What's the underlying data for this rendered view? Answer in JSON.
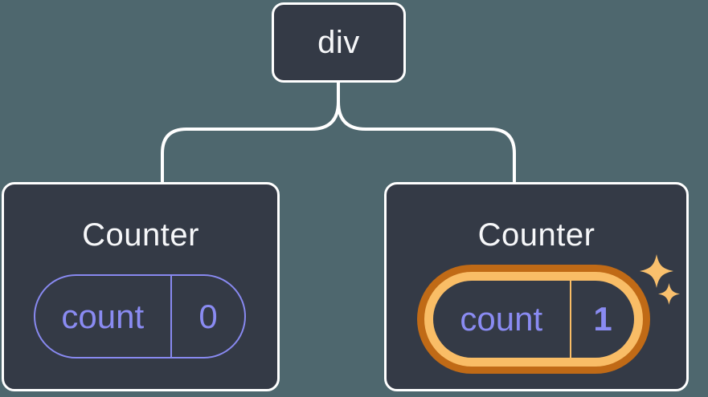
{
  "diagram": {
    "description": "React component tree diagram: a div root with two Counter children holding separate count state",
    "root": {
      "label": "div"
    },
    "children": [
      {
        "title": "Counter",
        "state": {
          "key": "count",
          "value": "0"
        },
        "highlighted": false
      },
      {
        "title": "Counter",
        "state": {
          "key": "count",
          "value": "1"
        },
        "highlighted": true
      }
    ],
    "icons": [
      {
        "name": "sparkle-icon-large",
        "meaning": "state-updated sparkle"
      },
      {
        "name": "sparkle-icon-small",
        "meaning": "state-updated sparkle"
      }
    ],
    "colors": {
      "background": "#4e676e",
      "node_fill": "#343a46",
      "node_border": "#ffffff",
      "connector": "#ffffff",
      "state_purple": "#8a8bf2",
      "highlight_orange_dark": "#c06a16",
      "highlight_orange_light": "#f9bd66",
      "sparkle": "#f9c06d",
      "text_light": "#f6f7f9"
    }
  }
}
